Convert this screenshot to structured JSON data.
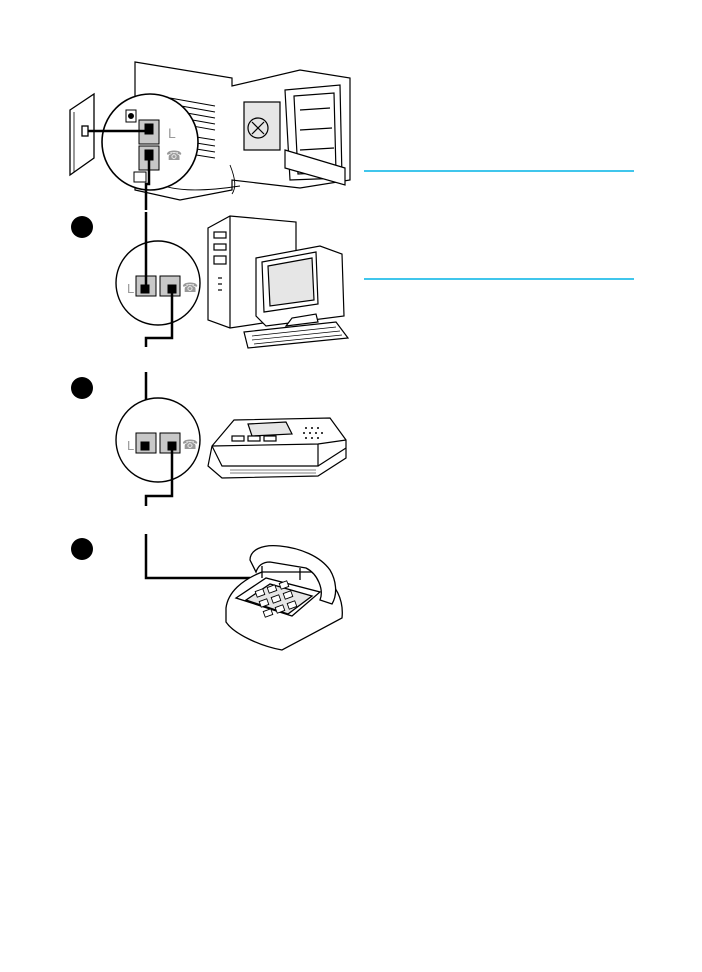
{
  "page": {
    "callouts": [
      "",
      "",
      ""
    ],
    "note_rules": 2,
    "jack_labels": {
      "line": "L",
      "phone": "☎"
    },
    "colors": {
      "ink": "#000000",
      "paper": "#ffffff",
      "jack_fill": "#c8c8c8",
      "rule": "#00b4e6",
      "device_shade": "#e6e6e6"
    },
    "figure": {
      "items": [
        {
          "name": "wall-phone-jack"
        },
        {
          "name": "product-fax-ports"
        },
        {
          "name": "computer-modem"
        },
        {
          "name": "answering-machine"
        },
        {
          "name": "telephone"
        }
      ]
    }
  }
}
